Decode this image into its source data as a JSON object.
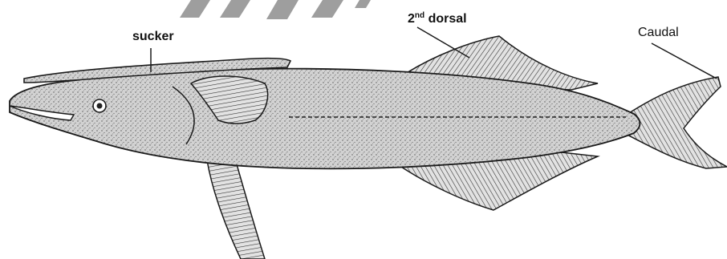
{
  "labels": {
    "sucker": "sucker",
    "dorsal_number": "2",
    "dorsal_superscript": "nd",
    "dorsal_word": " dorsal",
    "caudal": "Caudal"
  },
  "icons": [
    "eye-icon",
    "dorsal-fin-icon",
    "caudal-fin-icon"
  ],
  "colors": {
    "background": "#ffffff",
    "body_fill": "#cfcfcf",
    "outline": "#1a1a1a",
    "watermark": "#9e9e9e"
  }
}
